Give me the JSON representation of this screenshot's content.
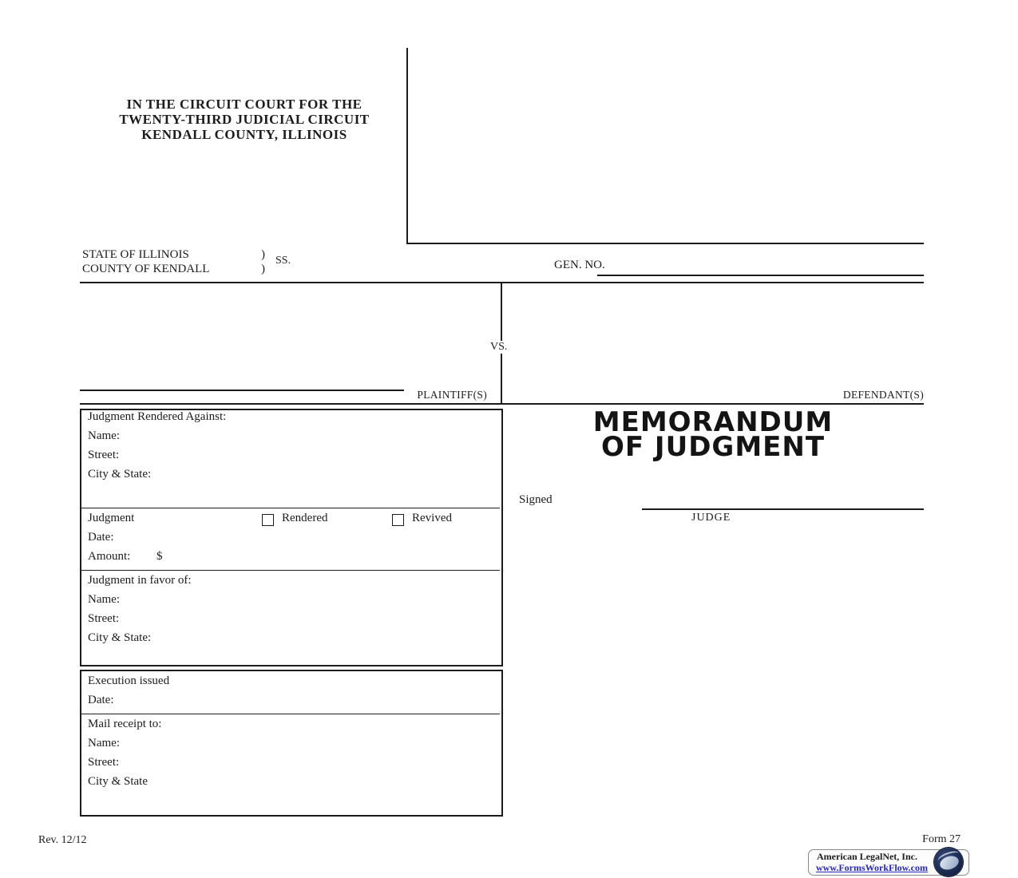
{
  "court_header": {
    "line1": "IN THE CIRCUIT COURT FOR THE",
    "line2": "TWENTY-THIRD JUDICIAL CIRCUIT",
    "line3": "KENDALL COUNTY, ILLINOIS"
  },
  "venue": {
    "state": "STATE OF ILLINOIS",
    "county": "COUNTY OF KENDALL",
    "paren": ")",
    "ss": "SS."
  },
  "case_caption": {
    "gen_no_label": "GEN. NO.",
    "vs": "VS.",
    "plaintiff_label": "PLAINTIFF(S)",
    "defendant_label": "DEFENDANT(S)"
  },
  "title": {
    "line1": "MEMORANDUM",
    "line2": "OF JUDGMENT"
  },
  "signature": {
    "signed_label": "Signed",
    "judge_label": "JUDGE"
  },
  "form_sections": {
    "rendered_against": {
      "heading": "Judgment Rendered Against:",
      "rows": [
        "Name:",
        "Street:",
        "City & State:"
      ]
    },
    "judgment": {
      "label": "Judgment",
      "checkbox1_label": "Rendered",
      "checkbox2_label": "Revived",
      "date_label": "Date:",
      "amount_label": "Amount:",
      "currency": "$"
    },
    "in_favor": {
      "heading": "Judgment in favor of:",
      "rows": [
        "Name:",
        "Street:",
        "City & State:"
      ]
    },
    "execution": {
      "heading": "Execution issued",
      "date_label": "Date:"
    },
    "mail": {
      "heading": "Mail receipt to:",
      "rows": [
        "Name:",
        "Street:",
        "City & State"
      ]
    }
  },
  "footer": {
    "revision": "Rev. 12/12",
    "form_number": "Form 27",
    "vendor_name": "American LegalNet, Inc.",
    "vendor_url": "www.FormsWorkFlow.com"
  },
  "colors": {
    "link_blue": "#2525c4",
    "logo_navy": "#1b2b52"
  }
}
